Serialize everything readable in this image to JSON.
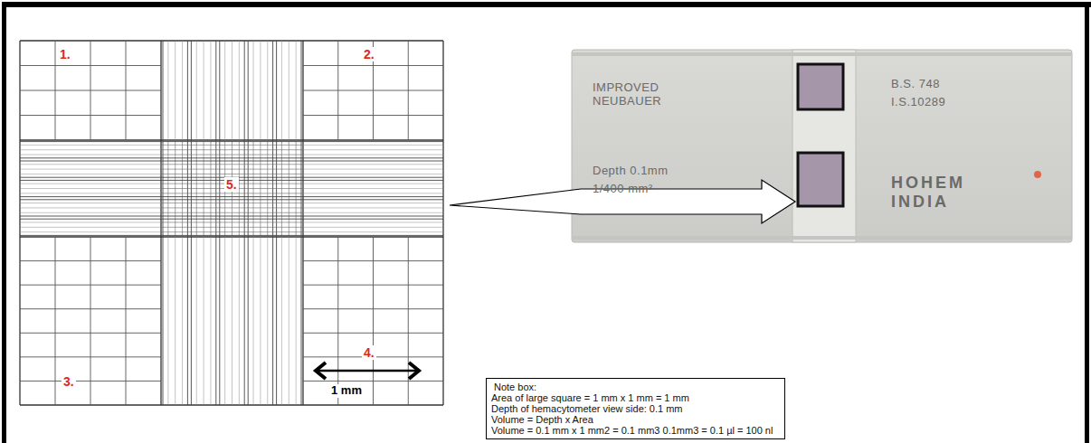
{
  "diagram": {
    "nodes": [
      {
        "text": [
          "Note box:",
          "Area of large square = 1 mm x 1 mm = 1 mm",
          "Depth of hemacytometer view side: 0.1 mm",
          "Volume = Depth x Area",
          "Volume = 0.1 mm x 1 mm2 = 0.1 mm3 0.1mm3 = 0.1 µl = 100 nl"
        ]
      }
    ],
    "labels": [
      "1.",
      "2.",
      "5.",
      "3.",
      "4.",
      "1 mm",
      "IMPROVED NEUBAUER",
      "Depth 0.1mm",
      "1/400 mm²",
      "B.S. 748",
      "I.S.10289",
      "HOHEM INDIA"
    ]
  }
}
